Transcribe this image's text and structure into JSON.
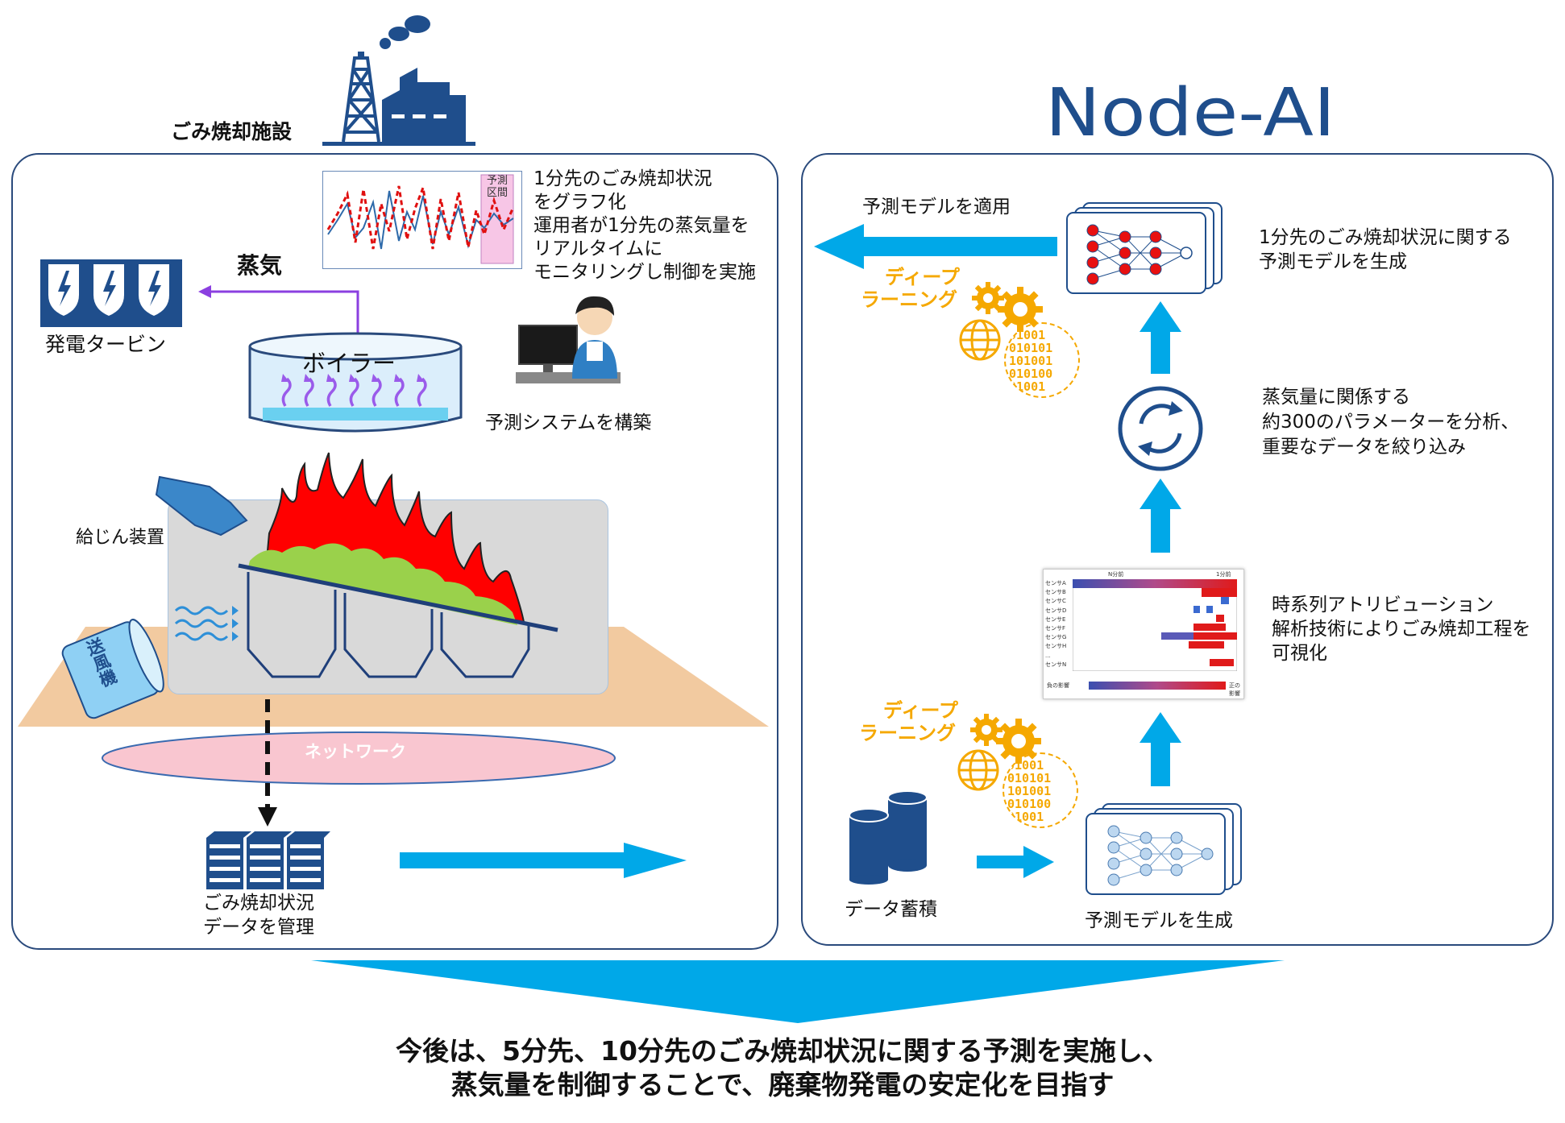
{
  "facility": {
    "label": "ごみ焼却施設"
  },
  "brand": {
    "logo_text": "Node-AI"
  },
  "left": {
    "steam_label": "蒸気",
    "turbine_label": "発電タービン",
    "boiler_label": "ボイラー",
    "graph_region_label": "予測区間",
    "graph_description": [
      "1分先のごみ焼却状況",
      "をグラフ化",
      "運用者が1分先の蒸気量を",
      "リアルタイムに",
      "モニタリングし制御を実施"
    ],
    "operator_caption": "予測システムを構築",
    "feeder_label": "給じん装置",
    "blower_label": "送風機",
    "network_label": "ネットワーク",
    "server_caption": [
      "ごみ焼却状況",
      "データを管理"
    ]
  },
  "right": {
    "apply_label": "予測モデルを適用",
    "deep_learning_label": [
      "ディープ",
      "ラーニング"
    ],
    "model_generated_desc": [
      "1分先のごみ焼却状況に関する",
      "予測モデルを生成"
    ],
    "analysis_desc": [
      "蒸気量に関係する",
      "約300のパラメーターを分析、",
      "重要なデータを絞り込み"
    ],
    "attribution_desc": [
      "時系列アトリビューション",
      "解析技術によりごみ焼却工程を",
      "可視化"
    ],
    "heatmap_header_left": "N分前",
    "heatmap_header_right": "1分前",
    "heatmap_rows": [
      "センサA",
      "センサB",
      "センサC",
      "センサD",
      "センサE",
      "センサF",
      "センサG",
      "センサH",
      "...",
      "センサN"
    ],
    "heatmap_legend_left": "負の影響",
    "heatmap_legend_right": "正の影響",
    "binary_lines": [
      "01001",
      "010101",
      "101001",
      "010100",
      "01001"
    ],
    "storage_caption": "データ蓄積",
    "model_caption": "予測モデルを生成"
  },
  "conclusion": [
    "今後は、5分先、10分先のごみ焼却状況に関する予測を実施し、",
    "蒸気量を制御することで、廃棄物発電の安定化を目指す"
  ],
  "colors": {
    "navy": "#1f4e8c",
    "cyan_arrow": "#00a8e8",
    "flame": "#ff0000",
    "purple": "#8b3fe0",
    "orange": "#f5a800",
    "panel_border": "#2a4a7c"
  }
}
